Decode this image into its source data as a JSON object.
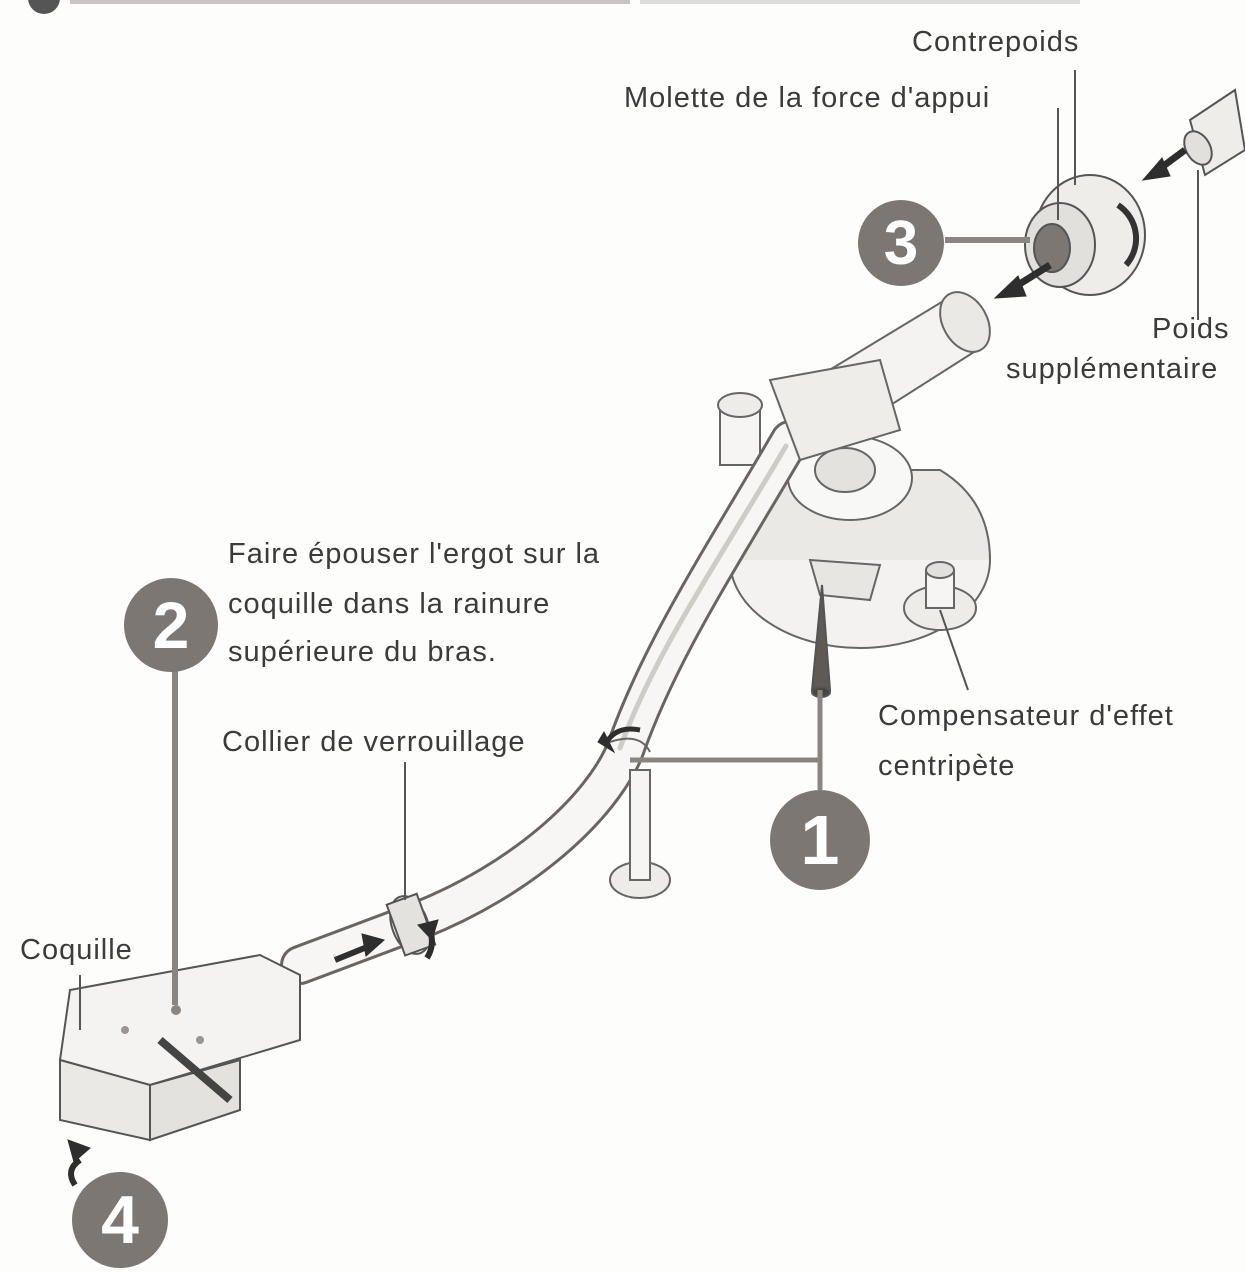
{
  "header": {
    "cut_off_heading": ""
  },
  "labels": {
    "contrepoids": "Contrepoids",
    "molette": "Molette de la force  d'appui",
    "poids_line1": "Poids",
    "poids_line2": "supplémentaire",
    "faire_line1": "Faire épouser l'ergot sur la",
    "faire_line2": "coquille dans la rainure",
    "faire_line3": "supérieure du bras.",
    "collier": "Collier de verrouillage",
    "compensateur_line1": "Compensateur d'effet",
    "compensateur_line2": "centripète",
    "coquille": "Coquille"
  },
  "steps": {
    "one": "1",
    "two": "2",
    "three": "3",
    "four": "4"
  },
  "colors": {
    "badge": "#7d7773",
    "line": "#8a8581",
    "ink": "#3b3b3b"
  },
  "icons": [
    "arrow-icon",
    "tonearm-illustration",
    "counterweight-illustration",
    "headshell-illustration"
  ]
}
